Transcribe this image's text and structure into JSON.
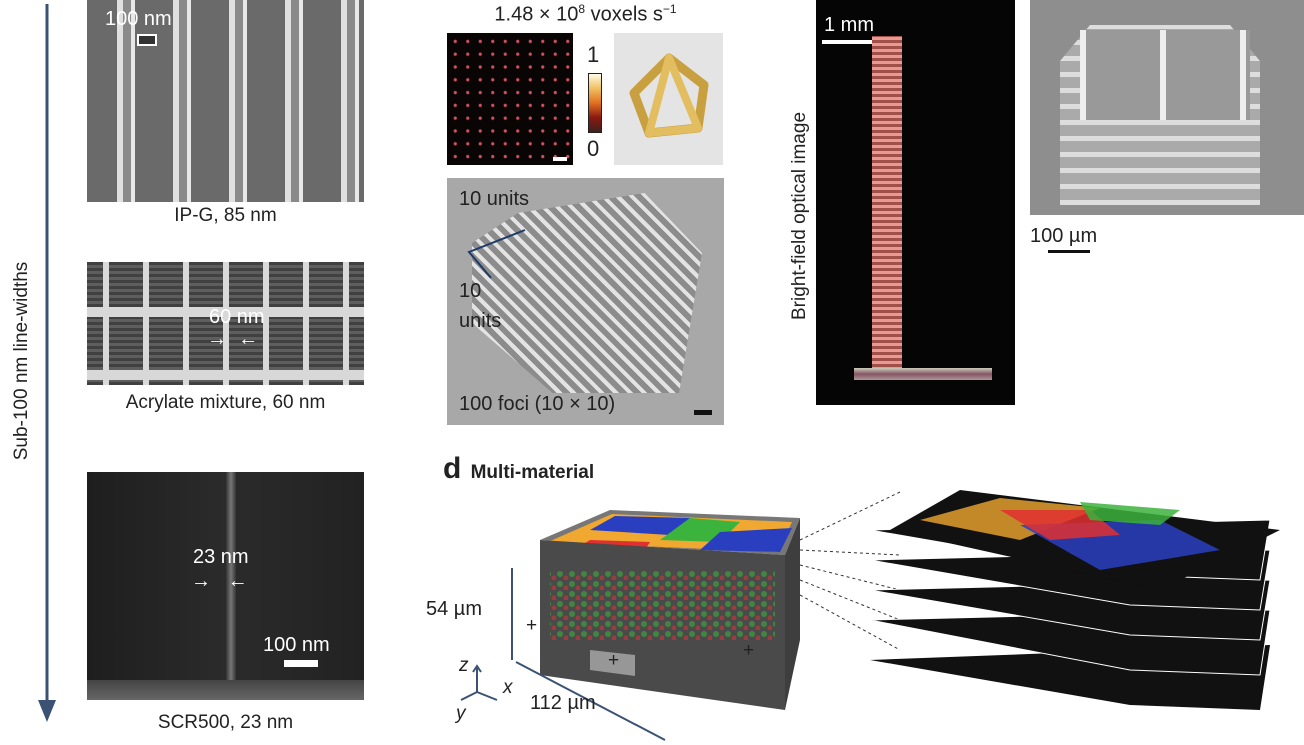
{
  "left_axis": {
    "label": "Sub-100 nm line-widths"
  },
  "panels_a": [
    {
      "caption": "IP-G, 85 nm",
      "scale": "100 nm"
    },
    {
      "caption": "Acrylate mixture, 60 nm",
      "annotation": "60 nm"
    },
    {
      "caption": "SCR500, 23 nm",
      "annotation": "23 nm",
      "scale": "100 nm"
    }
  ],
  "panel_b": {
    "title": "1.48 × 10",
    "title_exp": "8",
    "title_unit": "voxels s",
    "title_unit_exp": "−1",
    "colorbar_max": "1",
    "colorbar_min": "0",
    "lattice_label_1": "10 units",
    "lattice_label_2a": "10",
    "lattice_label_2b": "units",
    "lattice_caption": "100 foci (10 × 10)"
  },
  "panel_c": {
    "side_label": "Bright-field optical image",
    "scale": "1 mm",
    "sem_scale": "100 µm"
  },
  "panel_d": {
    "letter": "d",
    "title": "Multi-material",
    "height_label": "54 µm",
    "width_label": "112 µm",
    "axis_z": "z",
    "axis_x": "x",
    "axis_y": "y",
    "plus": "+"
  },
  "colors": {
    "arrow": "#3b5275",
    "red": "#e03030",
    "green": "#3cb33c",
    "blue": "#2a3fc0",
    "yellow": "#f0a830"
  }
}
